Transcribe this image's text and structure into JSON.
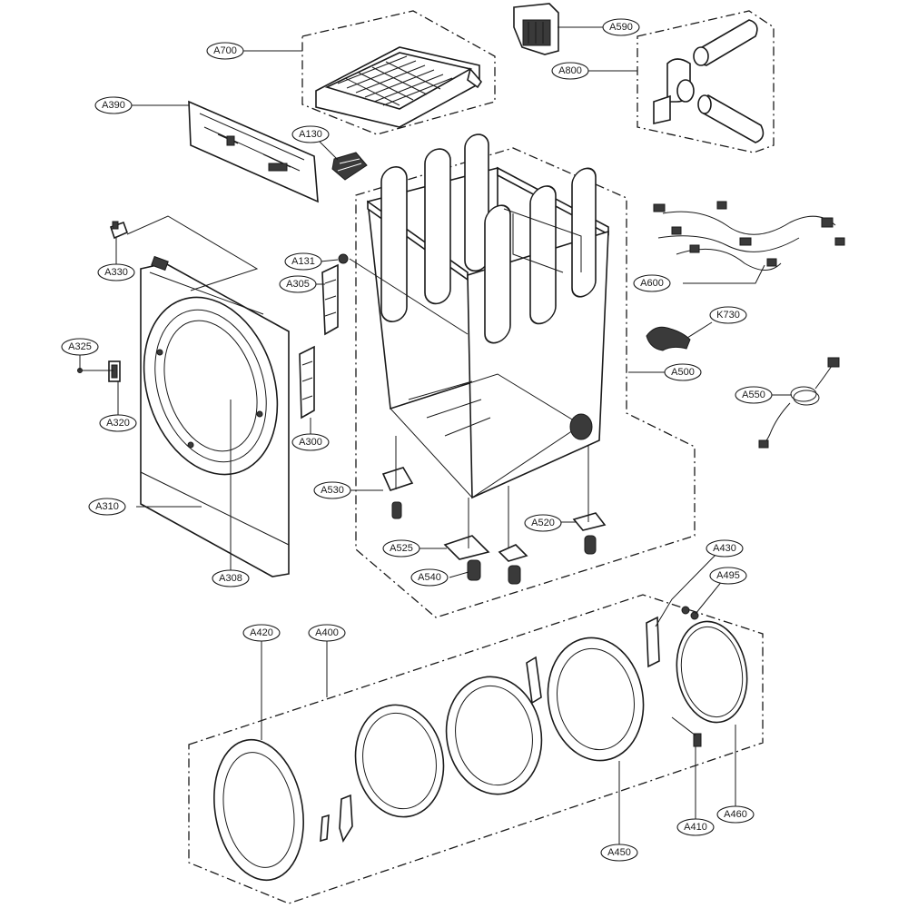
{
  "labels": {
    "A700": "A700",
    "A590": "A590",
    "A800": "A800",
    "A390": "A390",
    "A130": "A130",
    "A330": "A330",
    "A131": "A131",
    "A305": "A305",
    "A600": "A600",
    "K730": "K730",
    "A325": "A325",
    "A500": "A500",
    "A550": "A550",
    "A320": "A320",
    "A300": "A300",
    "A530": "A530",
    "A310": "A310",
    "A520": "A520",
    "A525": "A525",
    "A540": "A540",
    "A308": "A308",
    "A430": "A430",
    "A495": "A495",
    "A420": "A420",
    "A400": "A400",
    "A410": "A410",
    "A460": "A460",
    "A450": "A450"
  }
}
